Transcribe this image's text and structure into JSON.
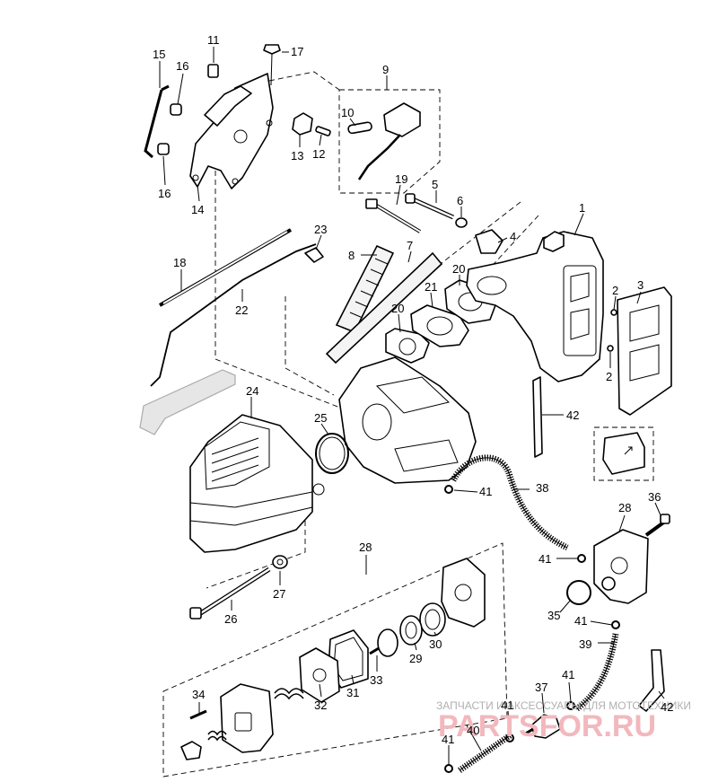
{
  "diagram": {
    "type": "exploded-parts-diagram",
    "callouts": [
      {
        "id": "p1",
        "text": "1"
      },
      {
        "id": "p2a",
        "text": "2"
      },
      {
        "id": "p2b",
        "text": "2"
      },
      {
        "id": "p3",
        "text": "3"
      },
      {
        "id": "p4",
        "text": "4"
      },
      {
        "id": "p5",
        "text": "5"
      },
      {
        "id": "p6",
        "text": "6"
      },
      {
        "id": "p7",
        "text": "7"
      },
      {
        "id": "p8",
        "text": "8"
      },
      {
        "id": "p9",
        "text": "9"
      },
      {
        "id": "p10",
        "text": "10"
      },
      {
        "id": "p11",
        "text": "11"
      },
      {
        "id": "p12",
        "text": "12"
      },
      {
        "id": "p13",
        "text": "13"
      },
      {
        "id": "p14",
        "text": "14"
      },
      {
        "id": "p15",
        "text": "15"
      },
      {
        "id": "p16a",
        "text": "16"
      },
      {
        "id": "p16b",
        "text": "16"
      },
      {
        "id": "p17",
        "text": "17"
      },
      {
        "id": "p18",
        "text": "18"
      },
      {
        "id": "p19",
        "text": "19"
      },
      {
        "id": "p20a",
        "text": "20"
      },
      {
        "id": "p20b",
        "text": "20"
      },
      {
        "id": "p21",
        "text": "21"
      },
      {
        "id": "p22",
        "text": "22"
      },
      {
        "id": "p23",
        "text": "23"
      },
      {
        "id": "p24",
        "text": "24"
      },
      {
        "id": "p25",
        "text": "25"
      },
      {
        "id": "p26",
        "text": "26"
      },
      {
        "id": "p27",
        "text": "27"
      },
      {
        "id": "p28a",
        "text": "28"
      },
      {
        "id": "p28b",
        "text": "28"
      },
      {
        "id": "p29",
        "text": "29"
      },
      {
        "id": "p30",
        "text": "30"
      },
      {
        "id": "p31",
        "text": "31"
      },
      {
        "id": "p32",
        "text": "32"
      },
      {
        "id": "p33",
        "text": "33"
      },
      {
        "id": "p34",
        "text": "34"
      },
      {
        "id": "p35",
        "text": "35"
      },
      {
        "id": "p36",
        "text": "36"
      },
      {
        "id": "p37",
        "text": "37"
      },
      {
        "id": "p38",
        "text": "38"
      },
      {
        "id": "p39",
        "text": "39"
      },
      {
        "id": "p40",
        "text": "40"
      },
      {
        "id": "p41a",
        "text": "41"
      },
      {
        "id": "p41b",
        "text": "41"
      },
      {
        "id": "p41c",
        "text": "41"
      },
      {
        "id": "p41d",
        "text": "41"
      },
      {
        "id": "p41e",
        "text": "41"
      },
      {
        "id": "p41f",
        "text": "41"
      },
      {
        "id": "p42a",
        "text": "42"
      },
      {
        "id": "p42b",
        "text": "42"
      }
    ]
  },
  "watermark": {
    "text": "ЗАПЧАСТИ И АКСЕССУАРЫ ДЛЯ МОТОТЕХНИКИ",
    "logo": "PARTSFOR.RU"
  }
}
